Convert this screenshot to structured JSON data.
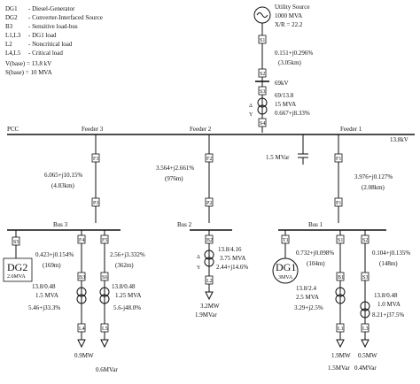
{
  "legend": [
    {
      "code": "DG1",
      "desc": "-   Diesel-Generator"
    },
    {
      "code": "DG2",
      "desc": "-   Converter-Interfaced Source"
    },
    {
      "code": "B3",
      "desc": "-   Sensitive load-bus"
    },
    {
      "code": "L1,L3",
      "desc": "-   DG1 load"
    },
    {
      "code": "L2",
      "desc": "-   Noncritical load"
    },
    {
      "code": "L4,L5",
      "desc": "-   Critical load"
    },
    {
      "code": "V(base) = 13.8 kV",
      "desc": ""
    },
    {
      "code": "S(base) = 10 MVA",
      "desc": ""
    }
  ],
  "utility": {
    "title": "Utility Source",
    "mva": "1000 MVA",
    "xr": "X/R = 22.2",
    "line_imp": "0.151+j0.296%",
    "line_len": "(3.05km)",
    "kv": "69kV",
    "tx_ratio": "69/13.8",
    "tx_mva": "15 MVA",
    "tx_imp": "0.667+j8.33%"
  },
  "pcc": "PCC",
  "main_kv": "13.8kV",
  "feeders": {
    "f1": "Feeder 1",
    "f2": "Feeder 2",
    "f3": "Feeder 3"
  },
  "capacitor": "1.5 MVar",
  "feeder3": {
    "imp": "6.065+j10.15%",
    "len": "(4.83km)",
    "bus": "Bus 3",
    "dg2_name": "DG2",
    "dg2_rating": "2.6MVA",
    "branch1_imp": "0.423+j0.154%",
    "branch1_len": "(169m)",
    "branch2_imp": "2.56+j3.332%",
    "branch2_len": "(362m)",
    "tx4_ratio": "13.8/0.48",
    "tx4_mva": "1.5 MVA",
    "tx4_imp": "5.46+j33.3%",
    "tx5_ratio": "13.8/0.48",
    "tx5_mva": "1.25 MVA",
    "tx5_imp": "5.6-j48.0%",
    "load_p": "0.9MW",
    "load_q": "0.6MVar"
  },
  "feeder2": {
    "imp": "3.564+j2.661%",
    "len": "(976m)",
    "bus": "Bus 2",
    "tx_ratio": "13.8/4.16",
    "tx_mva": "3.75 MVA",
    "tx_imp": "2.44+j14.6%",
    "load_p": "3.2MW",
    "load_q": "1.9MVar"
  },
  "feeder1": {
    "imp": "3.976+j0.127%",
    "len": "(2.08km)",
    "bus": "Bus 1",
    "dg1_name": "DG1",
    "dg1_rating": "3MVA",
    "branch1_imp": "0.732+j0.098%",
    "branch1_len": "(104m)",
    "branch2_imp": "0.104+j0.135%",
    "branch2_len": "(148m)",
    "tx1_ratio": "13.8/2.4",
    "tx1_mva": "2.5 MVA",
    "tx1_imp": "3.29+j2.5%",
    "tx3_ratio": "13.8/0.48",
    "tx3_mva": "1.0 MVA",
    "tx3_imp": "8.21+j37.5%",
    "load1_p": "1.9MW",
    "load1_q": "1.5MVar",
    "load3_p": "0.5MW",
    "load3_q": "0.4MVar"
  },
  "tags": {
    "F1": "F1",
    "F2": "F2",
    "F3": "F3",
    "F4": "F4",
    "F5": "F5",
    "L1": "L1",
    "L2": "L2",
    "L3": "L3",
    "L4": "L4",
    "L5": "L5",
    "B1": "B1",
    "B2": "B2",
    "B3": "B3",
    "S1": "S1",
    "S2": "S2",
    "S3": "S3",
    "S4": "S4",
    "S5": "S5",
    "S6": "S6",
    "P1": "P1",
    "P2": "P2",
    "P3": "P3",
    "T1": "T1",
    "delta": "Δ",
    "wye": "Y"
  }
}
